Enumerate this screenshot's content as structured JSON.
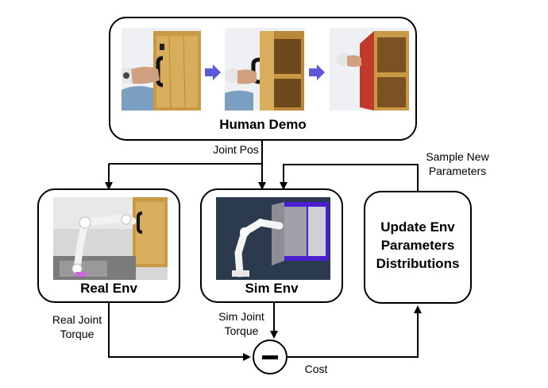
{
  "nodes": {
    "human_demo": "Human Demo",
    "real_env": "Real Env",
    "sim_env": "Sim Env",
    "update_env": [
      "Update Env",
      "Parameters",
      "Distributions"
    ],
    "minus": "−"
  },
  "edges": {
    "joint_pos": "Joint Pos",
    "sample_new": [
      "Sample New",
      "Parameters"
    ],
    "real_torque": [
      "Real Joint",
      "Torque"
    ],
    "sim_torque": [
      "Sim Joint",
      "Torque"
    ],
    "cost": "Cost"
  },
  "icons": {
    "demo_arrow": "right-arrow-icon"
  },
  "colors": {
    "demo_arrow": "#5b5bd6",
    "sim_cabinet": "#4b1fd1",
    "cabinet_wood": "#c99a45",
    "sim_floor": "#2c3a4d"
  }
}
